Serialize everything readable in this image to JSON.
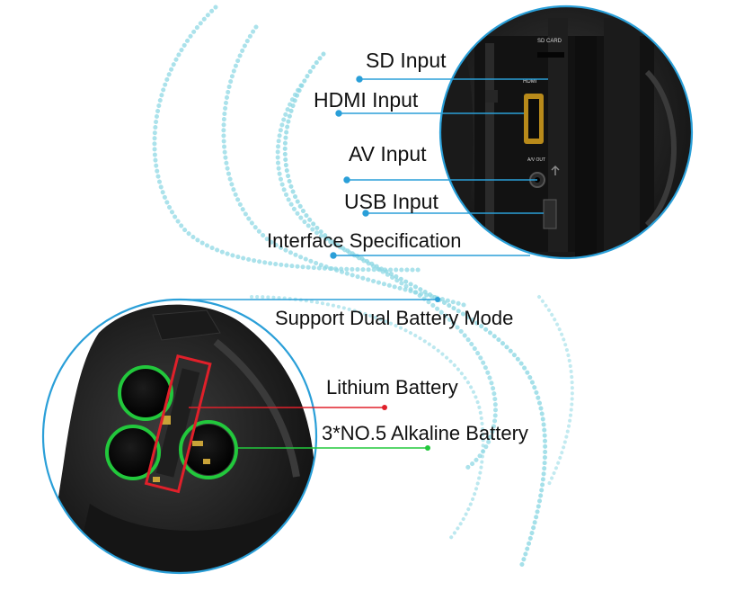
{
  "colors": {
    "accent": "#2a9fd8",
    "dots": "#8fd8e4",
    "lithium_marker": "#e0202a",
    "alkaline_marker": "#22c83c",
    "text": "#111111"
  },
  "port_labels": {
    "sd_input": "SD Input",
    "hdmi_input": "HDMI Input",
    "av_input": "AV Input",
    "usb_input": "USB Input",
    "interface_specification": "Interface Specification"
  },
  "device_print": {
    "sd_card": "SD CARD",
    "hdmi": "HDMI",
    "av_out": "A/V OUT"
  },
  "battery_labels": {
    "dual_mode": "Support Dual Battery Mode",
    "lithium": "Lithium Battery",
    "alkaline": "3*NO.5 Alkaline Battery"
  }
}
